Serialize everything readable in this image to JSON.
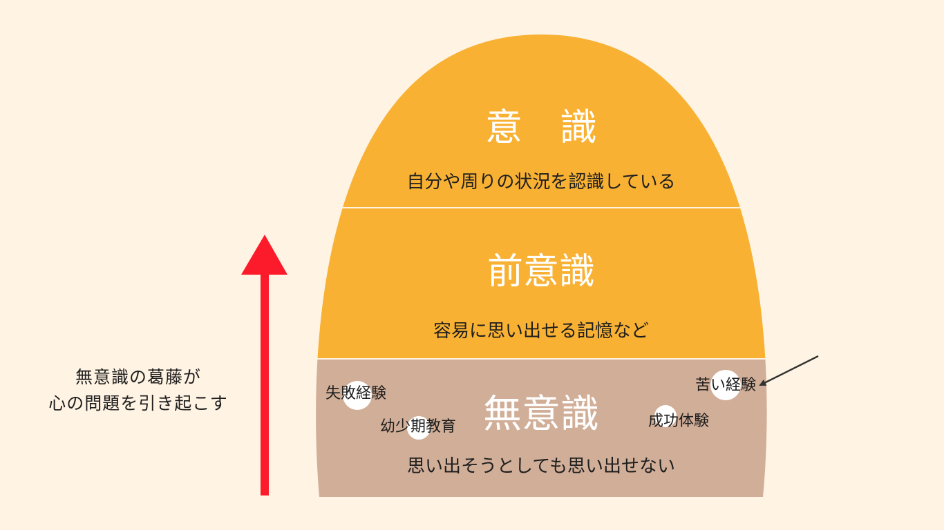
{
  "layers": {
    "conscious": {
      "title": "意　識",
      "description": "自分や周りの状況を認識している",
      "color": "#f8b133"
    },
    "preconscious": {
      "title": "前意識",
      "description": "容易に思い出せる記憶など",
      "color": "#f8b133"
    },
    "unconscious": {
      "title": "無意識",
      "description": "思い出そうとしても思い出せない",
      "color": "#d1ae98",
      "memories": [
        "失敗経験",
        "幼少期教育",
        "成功体験",
        "苦い経験"
      ]
    }
  },
  "caption": {
    "line1": "無意識の葛藤が",
    "line2": "心の問題を引き起こす"
  },
  "colors": {
    "background": "#fff3e3",
    "arrow_red": "#fb1b2a",
    "pointer_arrow": "#333333",
    "divider": "#fff3e3",
    "bubble": "#ffffff"
  }
}
